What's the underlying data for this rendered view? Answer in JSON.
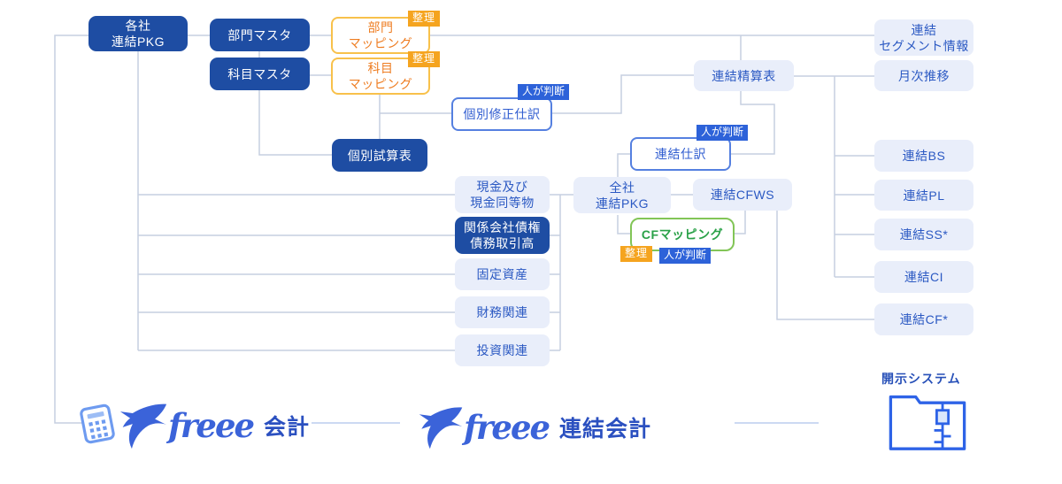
{
  "diagram": {
    "nodes": {
      "kakusha_pkg": "各社\n連結PKG",
      "bumon_master": "部門マスタ",
      "kamoku_master": "科目マスタ",
      "bumon_mapping": "部門\nマッピング",
      "kamoku_mapping": "科目\nマッピング",
      "kobetsu_shusei_shiwake": "個別修正仕訳",
      "kobetsu_shisanhyo": "個別試算表",
      "genkin": "現金及び\n現金同等物",
      "kankei_kaisha": "関係会社債権\n債務取引高",
      "kotei_shisan": "固定資産",
      "zaimu_kanren": "財務関連",
      "toshi_kanren": "投資関連",
      "zensha_pkg": "全社\n連結PKG",
      "renketsu_shiwake": "連結仕訳",
      "renketsu_cfws": "連結CFWS",
      "cf_mapping": "CFマッピング",
      "renketsu_seisanhyo": "連結精算表",
      "renketsu_segment": "連結\nセグメント情報",
      "getsuji_suii": "月次推移",
      "renketsu_bs": "連結BS",
      "renketsu_pl": "連結PL",
      "renketsu_ss": "連結SS*",
      "renketsu_ci": "連結CI",
      "renketsu_cf": "連結CF*"
    },
    "tags": {
      "seiri": "整理",
      "hito_ga_handan": "人が判断"
    },
    "logos": {
      "freee_script": "freee",
      "kaikei_suffix": "会計",
      "renketsu_suffix": "連結会計",
      "disclosure_system": "開示システム"
    },
    "colors": {
      "dark_box": "#1e4da3",
      "light_box_bg": "#e9eefa",
      "light_box_text": "#2b59c3",
      "outline_blue": "#5580e0",
      "tag_blue": "#2d62d9",
      "orange_border": "#f8c14b",
      "orange_text": "#ee7d22",
      "orange_tag": "#f5a41f",
      "green_border": "#82c557",
      "green_text": "#2aa148",
      "connector": "#c6cfe0",
      "brand_blue": "#3b63d9"
    }
  }
}
